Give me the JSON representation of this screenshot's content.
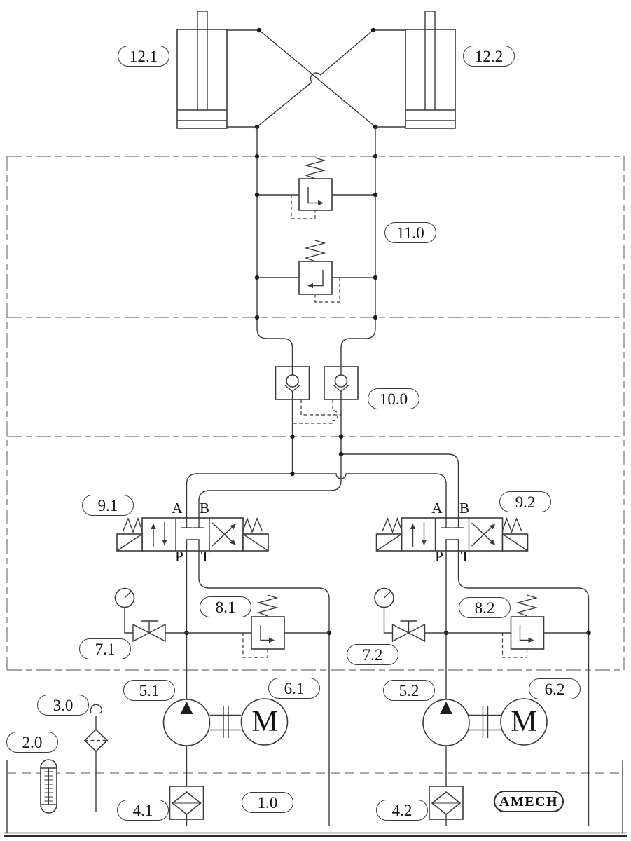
{
  "diagram": {
    "type": "hydraulic-circuit-schematic",
    "logo_text": "AMECH",
    "motor_letter": "M"
  },
  "colors": {
    "background": "#ffffff",
    "line": "#3a3a3a",
    "boundary_dash": "#8a8a8a",
    "label_border": "#3c3c3c",
    "text": "#111111"
  },
  "ports": {
    "a": "A",
    "b": "B",
    "p": "P",
    "t": "T"
  },
  "labels": {
    "cylinder_left": "12.1",
    "cylinder_right": "12.2",
    "counterbalance_block": "11.0",
    "check_valve_block": "10.0",
    "directional_valve_left": "9.1",
    "directional_valve_right": "9.2",
    "relief_valve_left": "8.1",
    "relief_valve_right": "8.2",
    "gauge_isolator_left": "7.1",
    "gauge_isolator_right": "7.2",
    "motor_left": "6.1",
    "motor_right": "6.2",
    "pump_left": "5.1",
    "pump_right": "5.2",
    "suction_filter_left": "4.1",
    "suction_filter_right": "4.2",
    "air_breather": "3.0",
    "level_gauge": "2.0",
    "reservoir": "1.0"
  },
  "components": [
    {
      "tag": "12.1",
      "type": "hydraulic-cylinder"
    },
    {
      "tag": "12.2",
      "type": "hydraulic-cylinder"
    },
    {
      "tag": "11.0",
      "type": "dual-counterbalance-relief-valve-block"
    },
    {
      "tag": "10.0",
      "type": "dual-pilot-operated-check-valve-block"
    },
    {
      "tag": "9.1",
      "type": "4-3-solenoid-directional-valve"
    },
    {
      "tag": "9.2",
      "type": "4-3-solenoid-directional-valve"
    },
    {
      "tag": "8.1",
      "type": "pressure-relief-valve"
    },
    {
      "tag": "8.2",
      "type": "pressure-relief-valve"
    },
    {
      "tag": "7.1",
      "type": "pressure-gauge-with-shutoff-valve"
    },
    {
      "tag": "7.2",
      "type": "pressure-gauge-with-shutoff-valve"
    },
    {
      "tag": "6.1",
      "type": "electric-motor"
    },
    {
      "tag": "6.2",
      "type": "electric-motor"
    },
    {
      "tag": "5.1",
      "type": "fixed-displacement-pump"
    },
    {
      "tag": "5.2",
      "type": "fixed-displacement-pump"
    },
    {
      "tag": "4.1",
      "type": "suction-filter"
    },
    {
      "tag": "4.2",
      "type": "suction-filter"
    },
    {
      "tag": "3.0",
      "type": "air-breather"
    },
    {
      "tag": "2.0",
      "type": "fluid-level-gauge"
    },
    {
      "tag": "1.0",
      "type": "oil-reservoir"
    }
  ]
}
